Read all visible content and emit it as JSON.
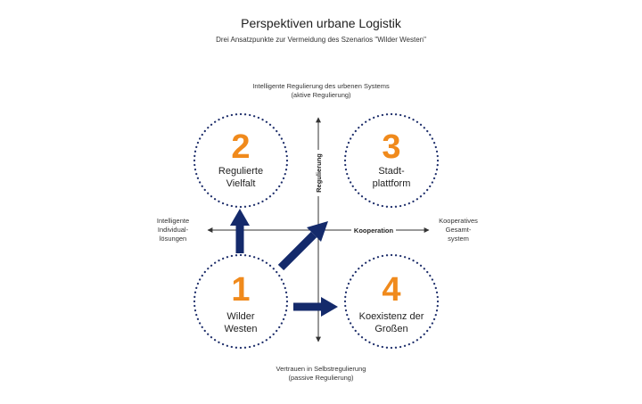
{
  "title": "Perspektiven urbane Logistik",
  "subtitle": "Drei Ansatzpunkte zur Vermeidung des Szenarios \"Wilder Westen\"",
  "axes": {
    "top_label": [
      "Intelligente Regulierung des urbenen Systems",
      "(aktive Regulierung)"
    ],
    "bottom_label": [
      "Vertrauen in Selbstregulierung",
      "(passive Regulierung)"
    ],
    "left_label": [
      "Intelligente",
      "Individual-",
      "lösungen"
    ],
    "right_label": [
      "Kooperatives",
      "Gesamt-",
      "system"
    ],
    "vertical_axis_name": "Regulierung",
    "horizontal_axis_name": "Kooperation"
  },
  "scenarios": [
    {
      "number": "2",
      "lines": [
        "Regulierte",
        "Vielfalt"
      ]
    },
    {
      "number": "3",
      "lines": [
        "Stadt-",
        "plattform"
      ]
    },
    {
      "number": "1",
      "lines": [
        "Wilder",
        "Westen"
      ]
    },
    {
      "number": "4",
      "lines": [
        "Koexistenz der",
        "Großen"
      ]
    }
  ],
  "colors": {
    "number": "#f08a1c",
    "circle_dots": "#1f2f6b",
    "arrow": "#142a6b",
    "axis": "#333333"
  }
}
